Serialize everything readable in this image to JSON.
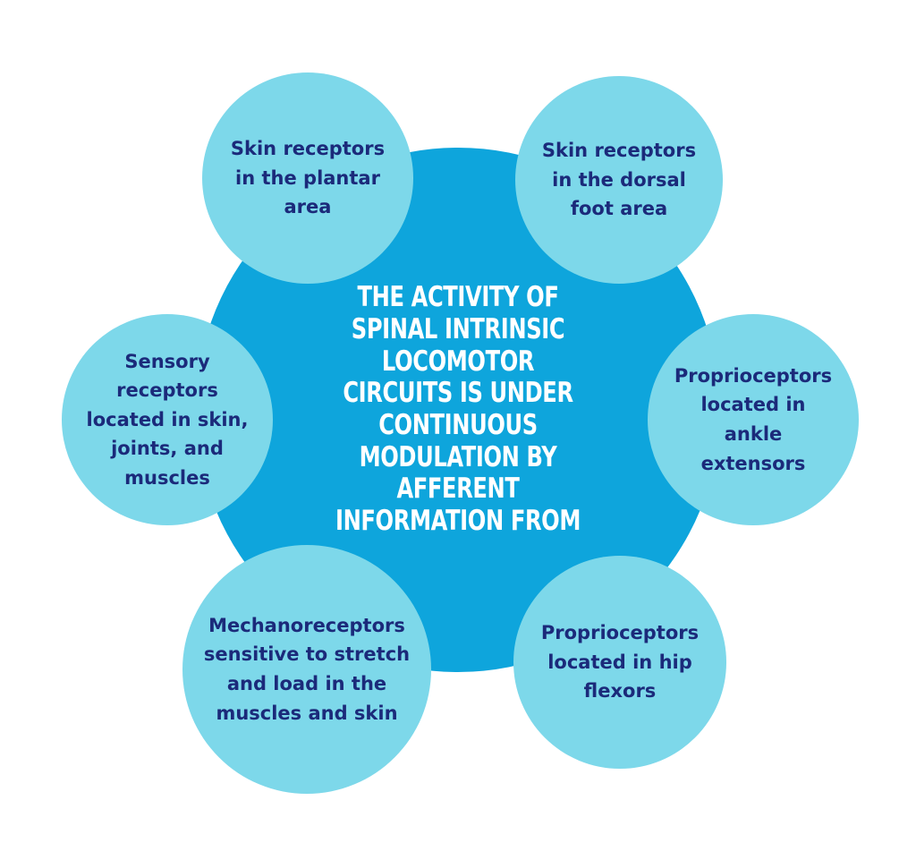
{
  "colors": {
    "hub_fill": "#0ea5dc",
    "node_fill": "#7dd8ea",
    "hub_text": "#ffffff",
    "node_text": "#1b2a7a"
  },
  "hub": {
    "text": "THE ACTIVITY OF SPINAL INTRINSIC LOCOMOTOR CIRCUITS IS UNDER CONTINUOUS MODULATION BY AFFERENT INFORMATION FROM"
  },
  "nodes": [
    {
      "text": "Skin receptors in the plantar area"
    },
    {
      "text": "Skin receptors in the dorsal foot area"
    },
    {
      "text": "Sensory receptors located in skin, joints, and muscles"
    },
    {
      "text": "Proprioceptors located in ankle extensors"
    },
    {
      "text": "Mechanoreceptors sensitive to stretch and load in the muscles and skin"
    },
    {
      "text": "Proprioceptors located in hip flexors"
    }
  ]
}
